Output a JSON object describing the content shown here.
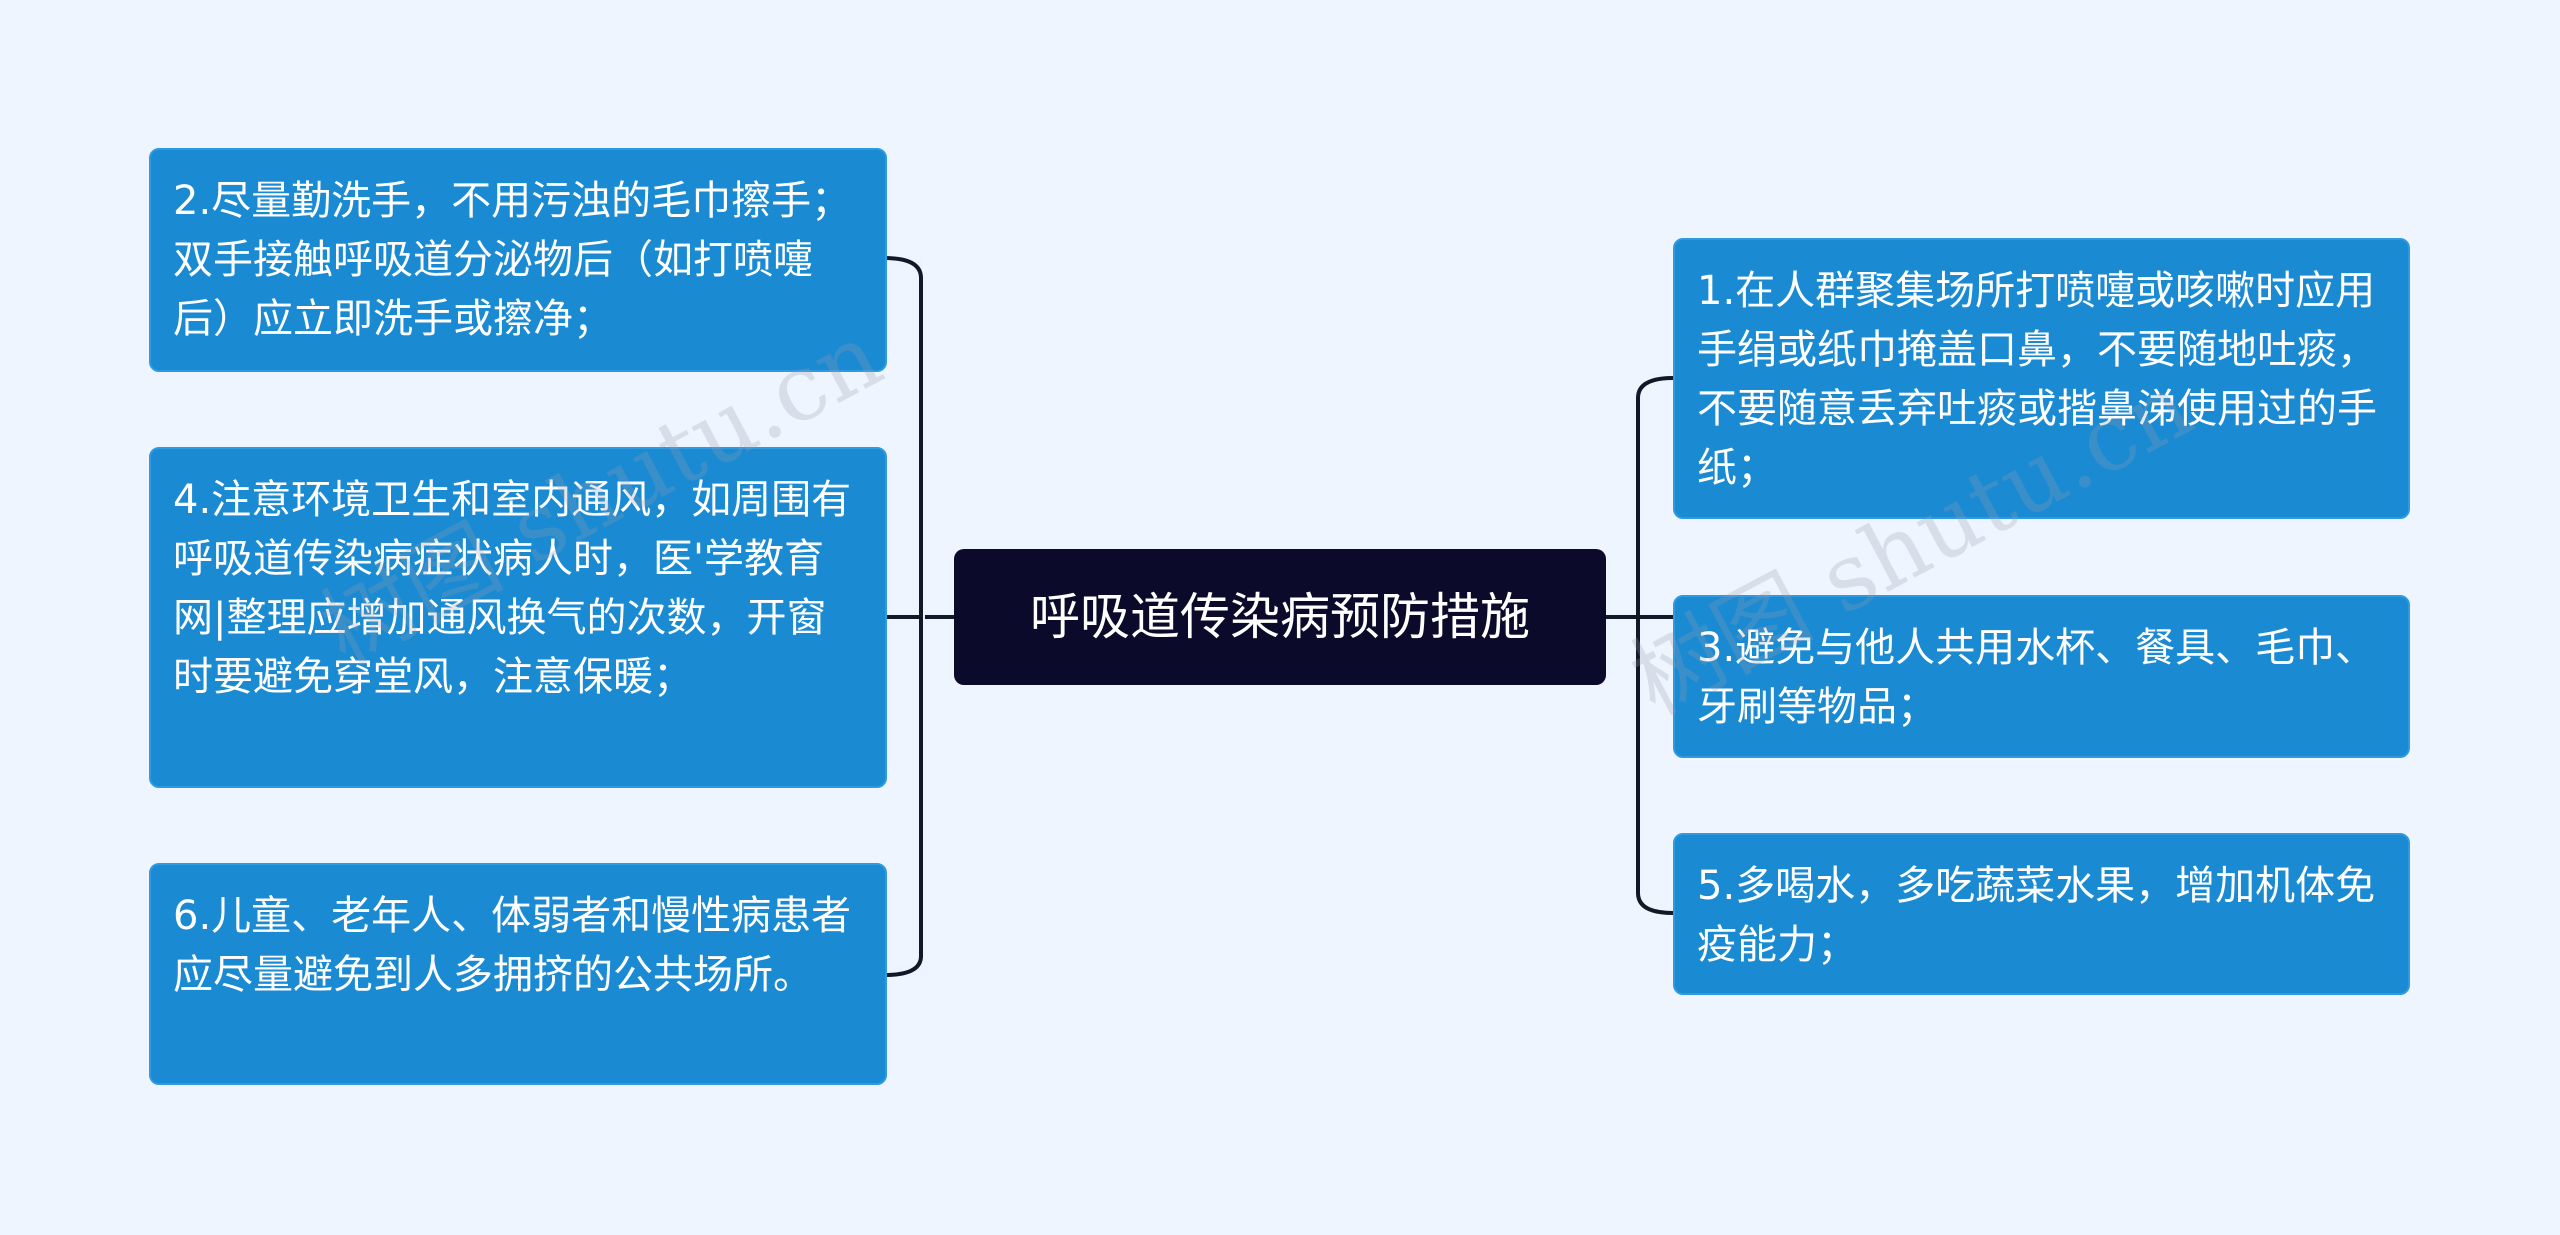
{
  "mindmap": {
    "root": "呼吸道传染病预防措施",
    "left_branches": [
      "2.尽量勤洗手，不用污浊的毛巾擦手；双手接触呼吸道分泌物后（如打喷嚏后）应立即洗手或擦净；",
      "4.注意环境卫生和室内通风，如周围有呼吸道传染病症状病人时，医'学教育网|整理应增加通风换气的次数，开窗时要避免穿堂风，注意保暖；",
      "6.儿童、老年人、体弱者和慢性病患者应尽量避免到人多拥挤的公共场所。"
    ],
    "right_branches": [
      "1.在人群聚集场所打喷嚏或咳嗽时应用手绢或纸巾掩盖口鼻，不要随地吐痰，不要随意丢弃吐痰或揩鼻涕使用过的手纸；",
      "3.避免与他人共用水杯、餐具、毛巾、牙刷等物品；",
      "5.多喝水，多吃蔬菜水果，增加机体免疫能力；"
    ]
  },
  "watermark": {
    "left": "树图 shutu.cn",
    "right": "树图 shutu.cn"
  },
  "colors": {
    "background": "#eef5ff",
    "root_fill": "#0b0a2a",
    "node_fill": "#1a8ad3",
    "connector": "#111827"
  }
}
